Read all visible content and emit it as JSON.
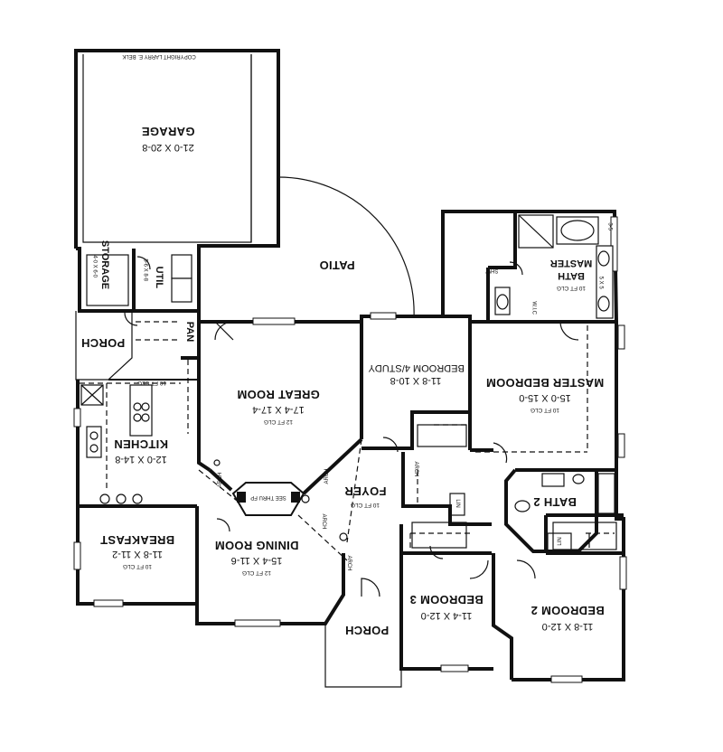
{
  "copyright": "COPYRIGHT LARRY E. BELK",
  "rooms": {
    "garage": {
      "name": "GARAGE",
      "dims": "21-0 X 20-8"
    },
    "patio": {
      "name": "PATIO"
    },
    "storage": {
      "name": "STORAGE",
      "dims": "4-0 X 6-0"
    },
    "utility": {
      "name": "UTIL",
      "dims": "5-6 X 8-8"
    },
    "pantry": {
      "name": "PAN"
    },
    "porch_side": {
      "name": "PORCH"
    },
    "kitchen": {
      "name": "KITCHEN",
      "dims": "12-0 X 14-8",
      "ceiling": "10 FT CLG"
    },
    "great_room": {
      "name": "GREAT ROOM",
      "dims": "17-4 X 17-4",
      "ceiling": "12 FT CLG"
    },
    "bedroom4": {
      "name": "BEDROOM 4/STUDY",
      "dims": "11-8 X 10-8"
    },
    "master_bath": {
      "name": "MASTER",
      "name2": "BATH",
      "ceiling": "10 FT CLG"
    },
    "master_bedroom": {
      "name": "MASTER BEDROOM",
      "dims": "15-0 X 15-0",
      "ceiling": "10 FT CLG"
    },
    "breakfast": {
      "name": "BREAKFAST",
      "dims": "11-8 X 11-2",
      "ceiling": "10 FT CLG"
    },
    "foyer": {
      "name": "FOYER",
      "ceiling": "10 FT CLG"
    },
    "dining_room": {
      "name": "DINING ROOM",
      "dims": "15-4 X 11-6",
      "ceiling": "12 FT CLG"
    },
    "bath2": {
      "name": "BATH 2"
    },
    "bedroom3": {
      "name": "BEDROOM 3",
      "dims": "11-4 X 12-0"
    },
    "bedroom2": {
      "name": "BEDROOM 2",
      "dims": "11-8 X 12-0"
    },
    "porch_front": {
      "name": "PORCH"
    },
    "linen1": {
      "name": "LIN"
    },
    "linen2": {
      "name": "LIN"
    }
  },
  "labels": {
    "fireplace": "SEE THRU FP",
    "arch": "ARCH",
    "shw": "SHW",
    "wic": "W.I.C",
    "dim_3x5": "3-5",
    "dim_5x5": "5 X 5"
  }
}
